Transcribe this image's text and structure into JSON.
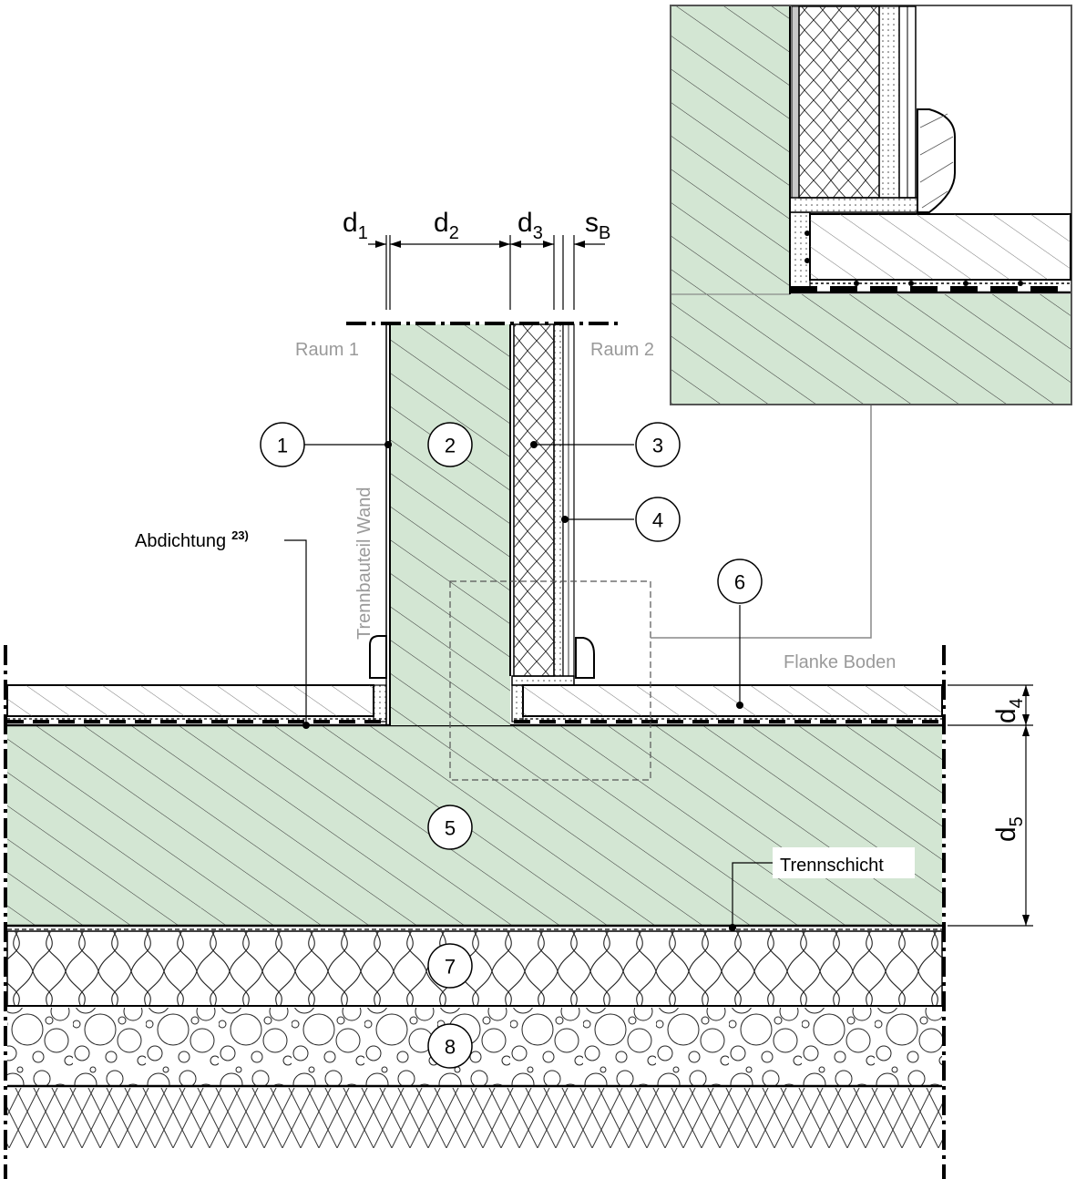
{
  "labels": {
    "room1": "Raum 1",
    "room2": "Raum 2",
    "wall_caption": "Trennbauteil Wand",
    "floor_caption": "Flanke Boden",
    "sealing": "Abdichtung",
    "sealing_note": "23)",
    "separation_layer": "Trennschicht"
  },
  "dimensions": {
    "d1_base": "d",
    "d1_sub": "1",
    "d2_base": "d",
    "d2_sub": "2",
    "d3_base": "d",
    "d3_sub": "3",
    "sb_base": "s",
    "sb_sub": "B",
    "d4_base": "d",
    "d4_sub": "4",
    "d5_base": "d",
    "d5_sub": "5"
  },
  "markers": [
    "1",
    "2",
    "3",
    "4",
    "5",
    "6",
    "7",
    "8"
  ],
  "colors": {
    "concrete_fill": "#d3e6d3",
    "line": "#000000",
    "annotation_grey": "#9a9a9a"
  }
}
